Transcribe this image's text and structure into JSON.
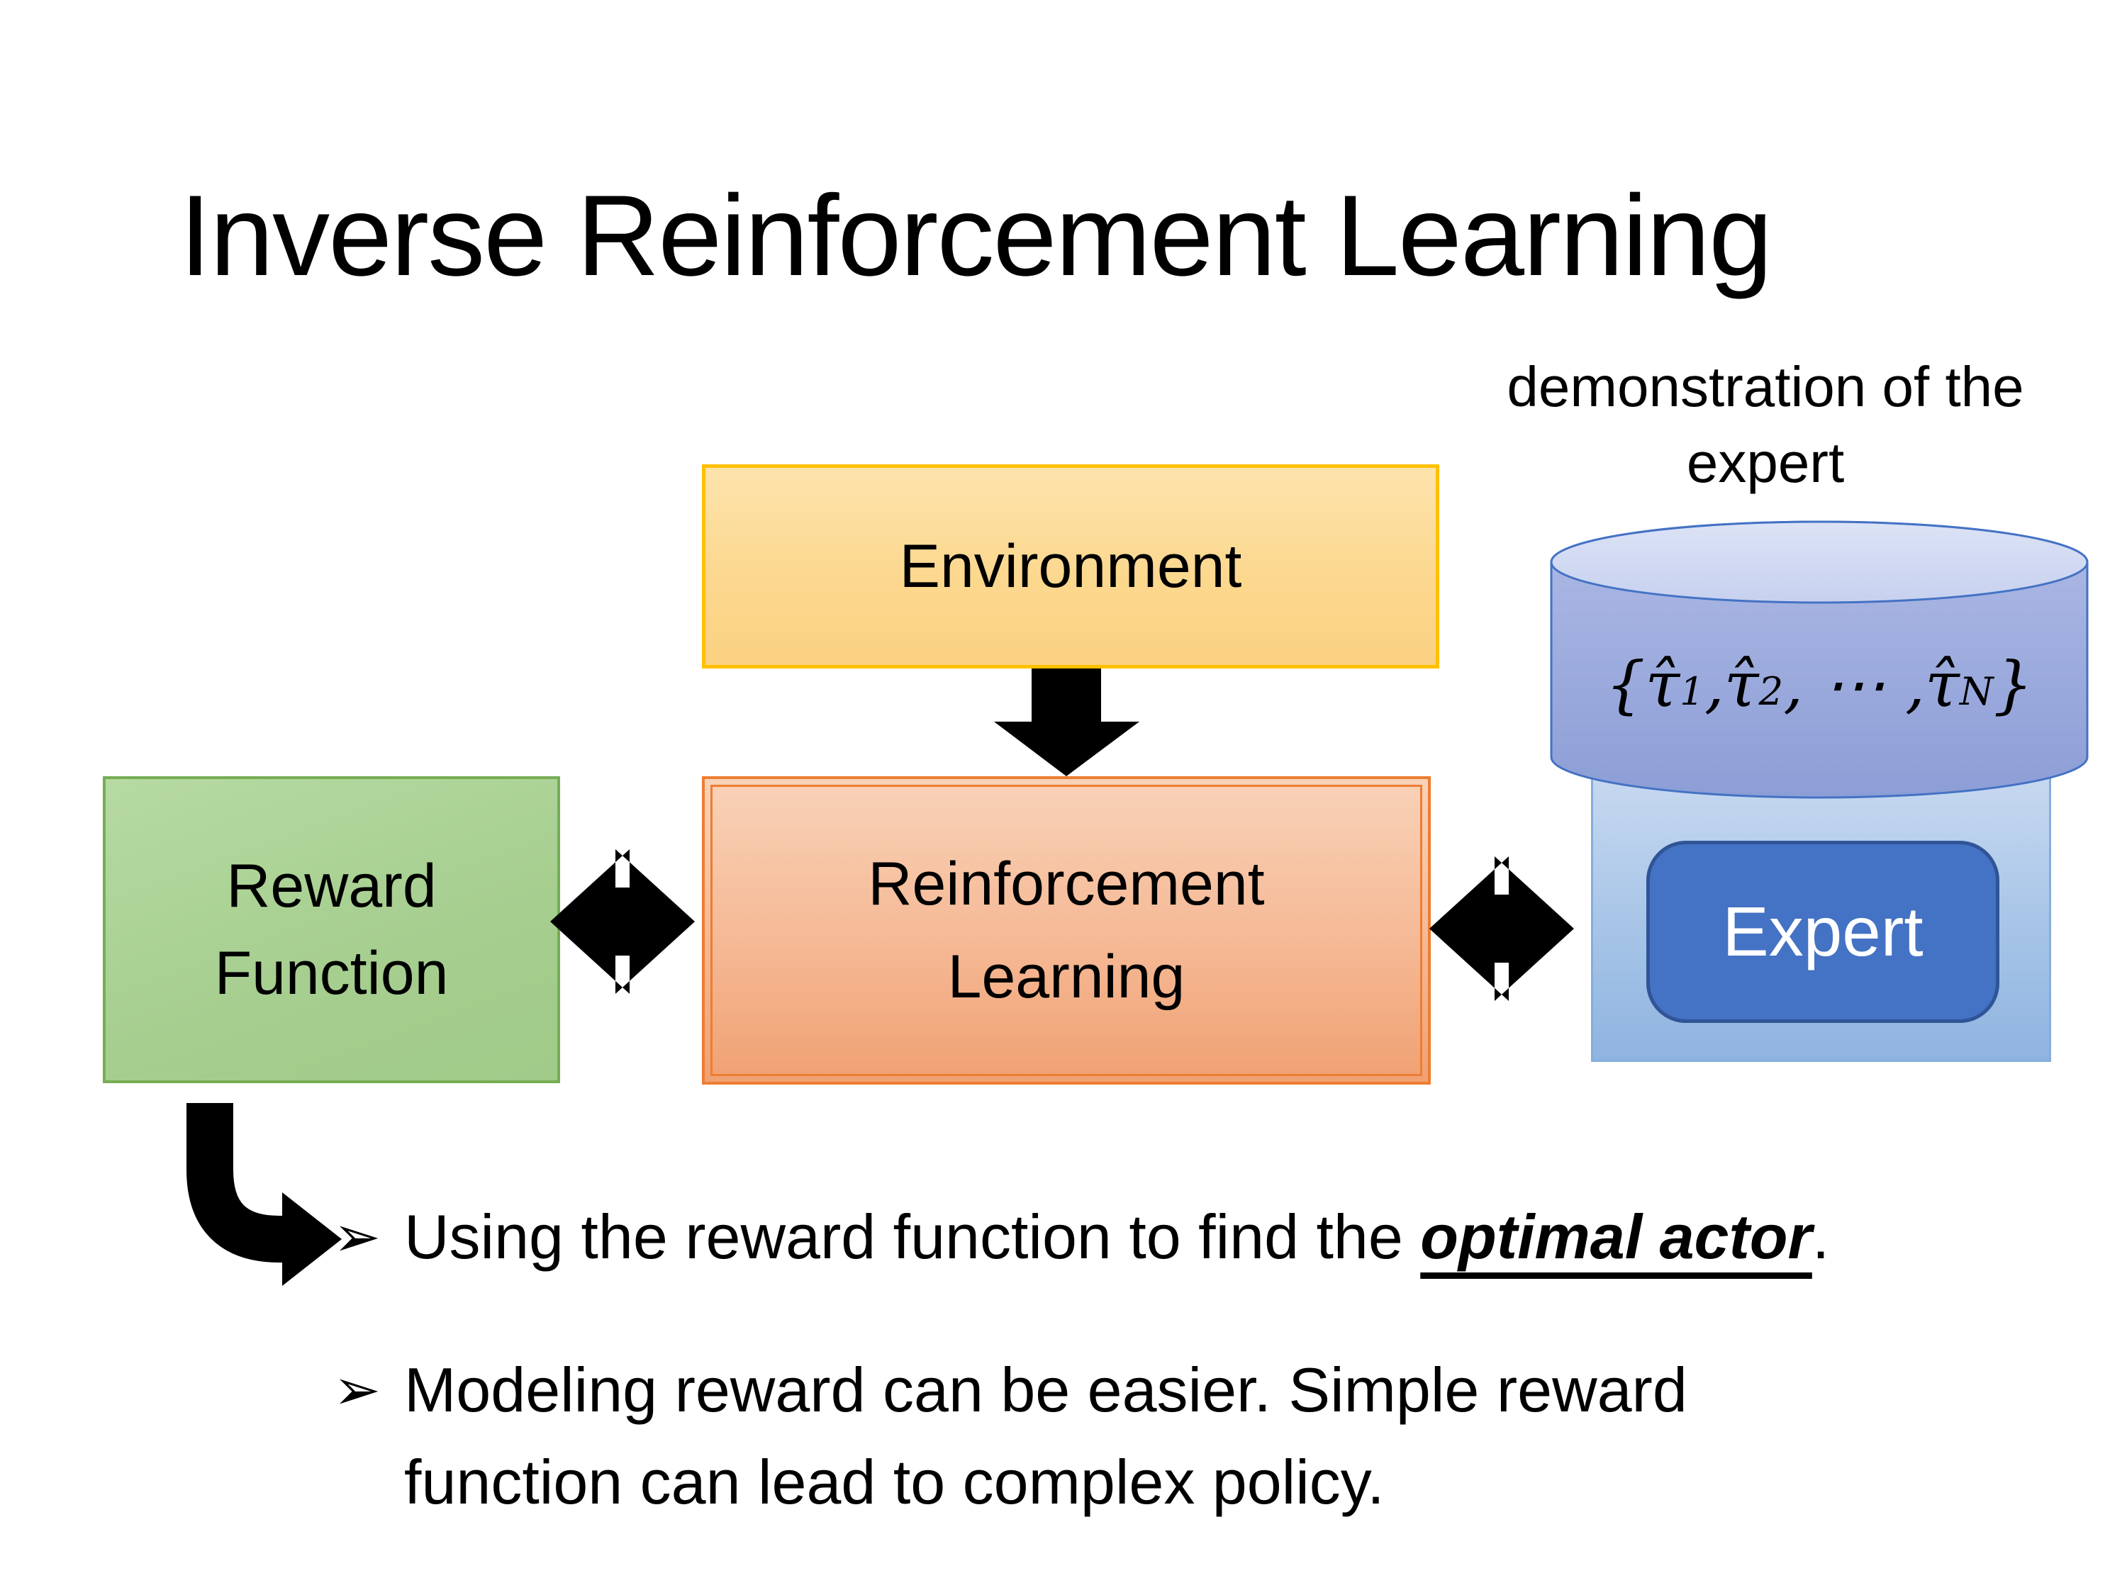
{
  "slide": {
    "title": "Inverse Reinforcement Learning"
  },
  "diagram": {
    "demonstration_label": "demonstration of the expert",
    "environment": {
      "label": "Environment"
    },
    "reward_function": {
      "label": "Reward\nFunction"
    },
    "reinforcement_learning": {
      "label": "Reinforcement\nLearning"
    },
    "expert": {
      "label": "Expert"
    },
    "trajectories_formula": {
      "open": "{",
      "tau1": "τ̂",
      "sub1": "1",
      "sep1": ", ",
      "tau2": "τ̂",
      "sub2": "2",
      "sep2": ", ⋯ , ",
      "tau3": "τ̂",
      "subN": "N",
      "close": "}"
    },
    "colors": {
      "environment_fill": "#FCD88F",
      "environment_border": "#FFC000",
      "reward_fill": "#A6CE8F",
      "reward_border": "#76AD54",
      "rl_fill": "#F5B894",
      "rl_border": "#ED7D31",
      "cylinder_fill": "#98A8D9",
      "cylinder_top_fill": "#D5DEF4",
      "cylinder_border": "#4472C4",
      "expert_panel_fill": "#A9C6E8",
      "expert_chip_fill": "#4472C4",
      "expert_chip_border": "#2F5597",
      "arrow_color": "#000000"
    }
  },
  "bullets": {
    "marker": "➢",
    "item1": {
      "pre": "Using the reward function to find the ",
      "emphasis": "optimal actor",
      "post": "."
    },
    "item2": "Modeling reward can be easier. Simple reward function can lead to complex policy."
  }
}
